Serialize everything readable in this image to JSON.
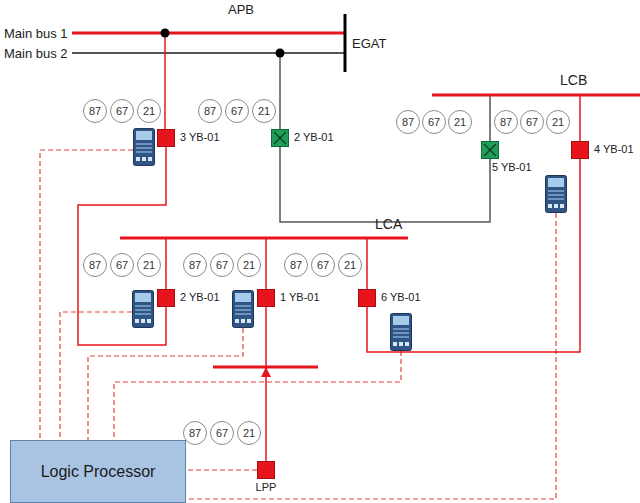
{
  "diagram": {
    "nodes": [
      {
        "text": [
          "87"
        ]
      },
      {
        "text": [
          "67"
        ]
      },
      {
        "text": [
          "21"
        ]
      },
      {
        "text": [
          "3 YB-01"
        ]
      },
      {
        "text": [
          "87"
        ]
      },
      {
        "text": [
          "67"
        ]
      },
      {
        "text": [
          "21"
        ]
      },
      {
        "text": [
          "2 YB-01"
        ]
      },
      {
        "text": [
          "87"
        ]
      },
      {
        "text": [
          "67"
        ]
      },
      {
        "text": [
          "21"
        ]
      },
      {
        "text": [
          "87"
        ]
      },
      {
        "text": [
          "67"
        ]
      },
      {
        "text": [
          "21"
        ]
      },
      {
        "text": [
          "5 YB-01"
        ]
      },
      {
        "text": [
          "4 YB-01"
        ]
      },
      {
        "text": [
          "87"
        ]
      },
      {
        "text": [
          "67"
        ]
      },
      {
        "text": [
          "21"
        ]
      },
      {
        "text": [
          "87"
        ]
      },
      {
        "text": [
          "67"
        ]
      },
      {
        "text": [
          "21"
        ]
      },
      {
        "text": [
          "87"
        ]
      },
      {
        "text": [
          "67"
        ]
      },
      {
        "text": [
          "21"
        ]
      },
      {
        "text": [
          "2 YB-01"
        ]
      },
      {
        "text": [
          "1 YB-01"
        ]
      },
      {
        "text": [
          "6 YB-01"
        ]
      },
      {
        "text": [
          "87"
        ]
      },
      {
        "text": [
          "67"
        ]
      },
      {
        "text": [
          "21"
        ]
      },
      {
        "text": [
          "LPP"
        ]
      },
      {
        "text": [
          "Logic Processor"
        ]
      }
    ],
    "edges": [
      {
        "from": 3,
        "to": 25,
        "arrow": "none"
      },
      {
        "from": 7,
        "to": 14,
        "arrow": "none"
      },
      {
        "from": 27,
        "to": 15,
        "arrow": "none"
      },
      {
        "from": 31,
        "to": 32,
        "arrow": "none"
      }
    ],
    "labels": [
      "APB",
      "Main bus 1",
      "Main bus 2",
      "EGAT",
      "LCB",
      "LCA"
    ]
  }
}
